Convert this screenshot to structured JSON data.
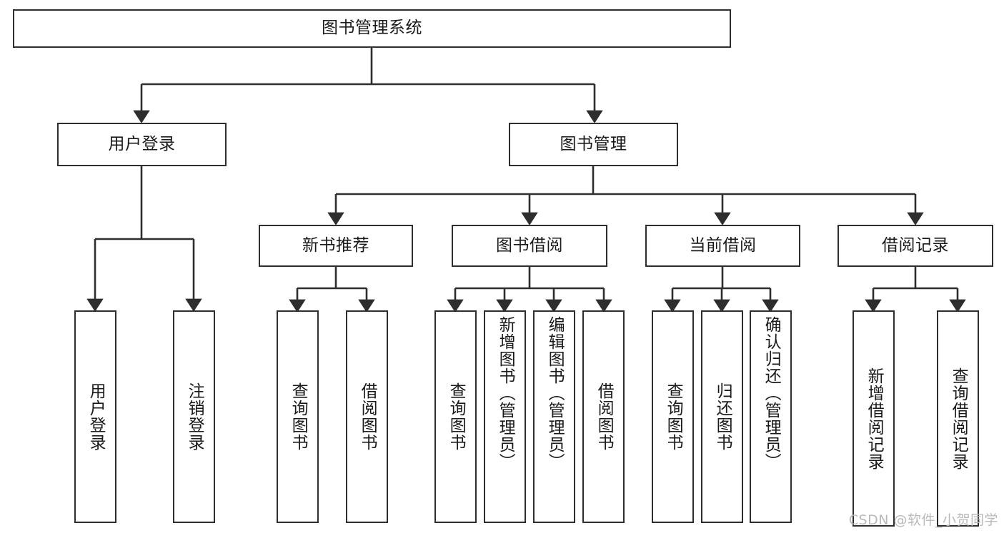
{
  "diagram": {
    "type": "tree-hierarchy",
    "title": "图书管理系统",
    "orientation": "top-down",
    "stroke_color": "#2e2e2e",
    "fill_color": "#ffffff",
    "text_color": "#1a1a1a",
    "watermark": "CSDN @软件_小贺同学",
    "watermark_color": "#b9b9b9"
  },
  "nodes": {
    "root": {
      "label": "图书管理系统",
      "level": 1
    },
    "level2": [
      {
        "id": "user-login",
        "label": "用户登录",
        "level": 2
      },
      {
        "id": "book-management",
        "label": "图书管理",
        "level": 2
      }
    ],
    "level3": [
      {
        "id": "new-book-recommend",
        "label": "新书推荐",
        "level": 3,
        "parent": "book-management"
      },
      {
        "id": "book-borrow",
        "label": "图书借阅",
        "level": 3,
        "parent": "book-management"
      },
      {
        "id": "current-borrow",
        "label": "当前借阅",
        "level": 3,
        "parent": "book-management"
      },
      {
        "id": "borrow-record",
        "label": "借阅记录",
        "level": 3,
        "parent": "book-management"
      }
    ],
    "leaves": [
      {
        "id": "leaf-user-login",
        "label": "用户登录",
        "parent": "user-login"
      },
      {
        "id": "leaf-logout-login",
        "label": "注销登录",
        "parent": "user-login"
      },
      {
        "id": "leaf-query-book-1",
        "label": "查询图书",
        "parent": "new-book-recommend"
      },
      {
        "id": "leaf-borrow-book-1",
        "label": "借阅图书",
        "parent": "new-book-recommend"
      },
      {
        "id": "leaf-query-book-2",
        "label": "查询图书",
        "parent": "book-borrow"
      },
      {
        "id": "leaf-add-book",
        "label": "新增图书（管理员）",
        "parent": "book-borrow"
      },
      {
        "id": "leaf-edit-book",
        "label": "编辑图书（管理员）",
        "parent": "book-borrow"
      },
      {
        "id": "leaf-borrow-book-2",
        "label": "借阅图书",
        "parent": "book-borrow"
      },
      {
        "id": "leaf-query-book-3",
        "label": "查询图书",
        "parent": "current-borrow"
      },
      {
        "id": "leaf-return-book",
        "label": "归还图书",
        "parent": "current-borrow"
      },
      {
        "id": "leaf-confirm-return",
        "label": "确认归还（管理员）",
        "parent": "current-borrow"
      },
      {
        "id": "leaf-add-record",
        "label": "新增借阅记录",
        "parent": "borrow-record"
      },
      {
        "id": "leaf-query-record",
        "label": "查询借阅记录",
        "parent": "borrow-record"
      }
    ]
  }
}
